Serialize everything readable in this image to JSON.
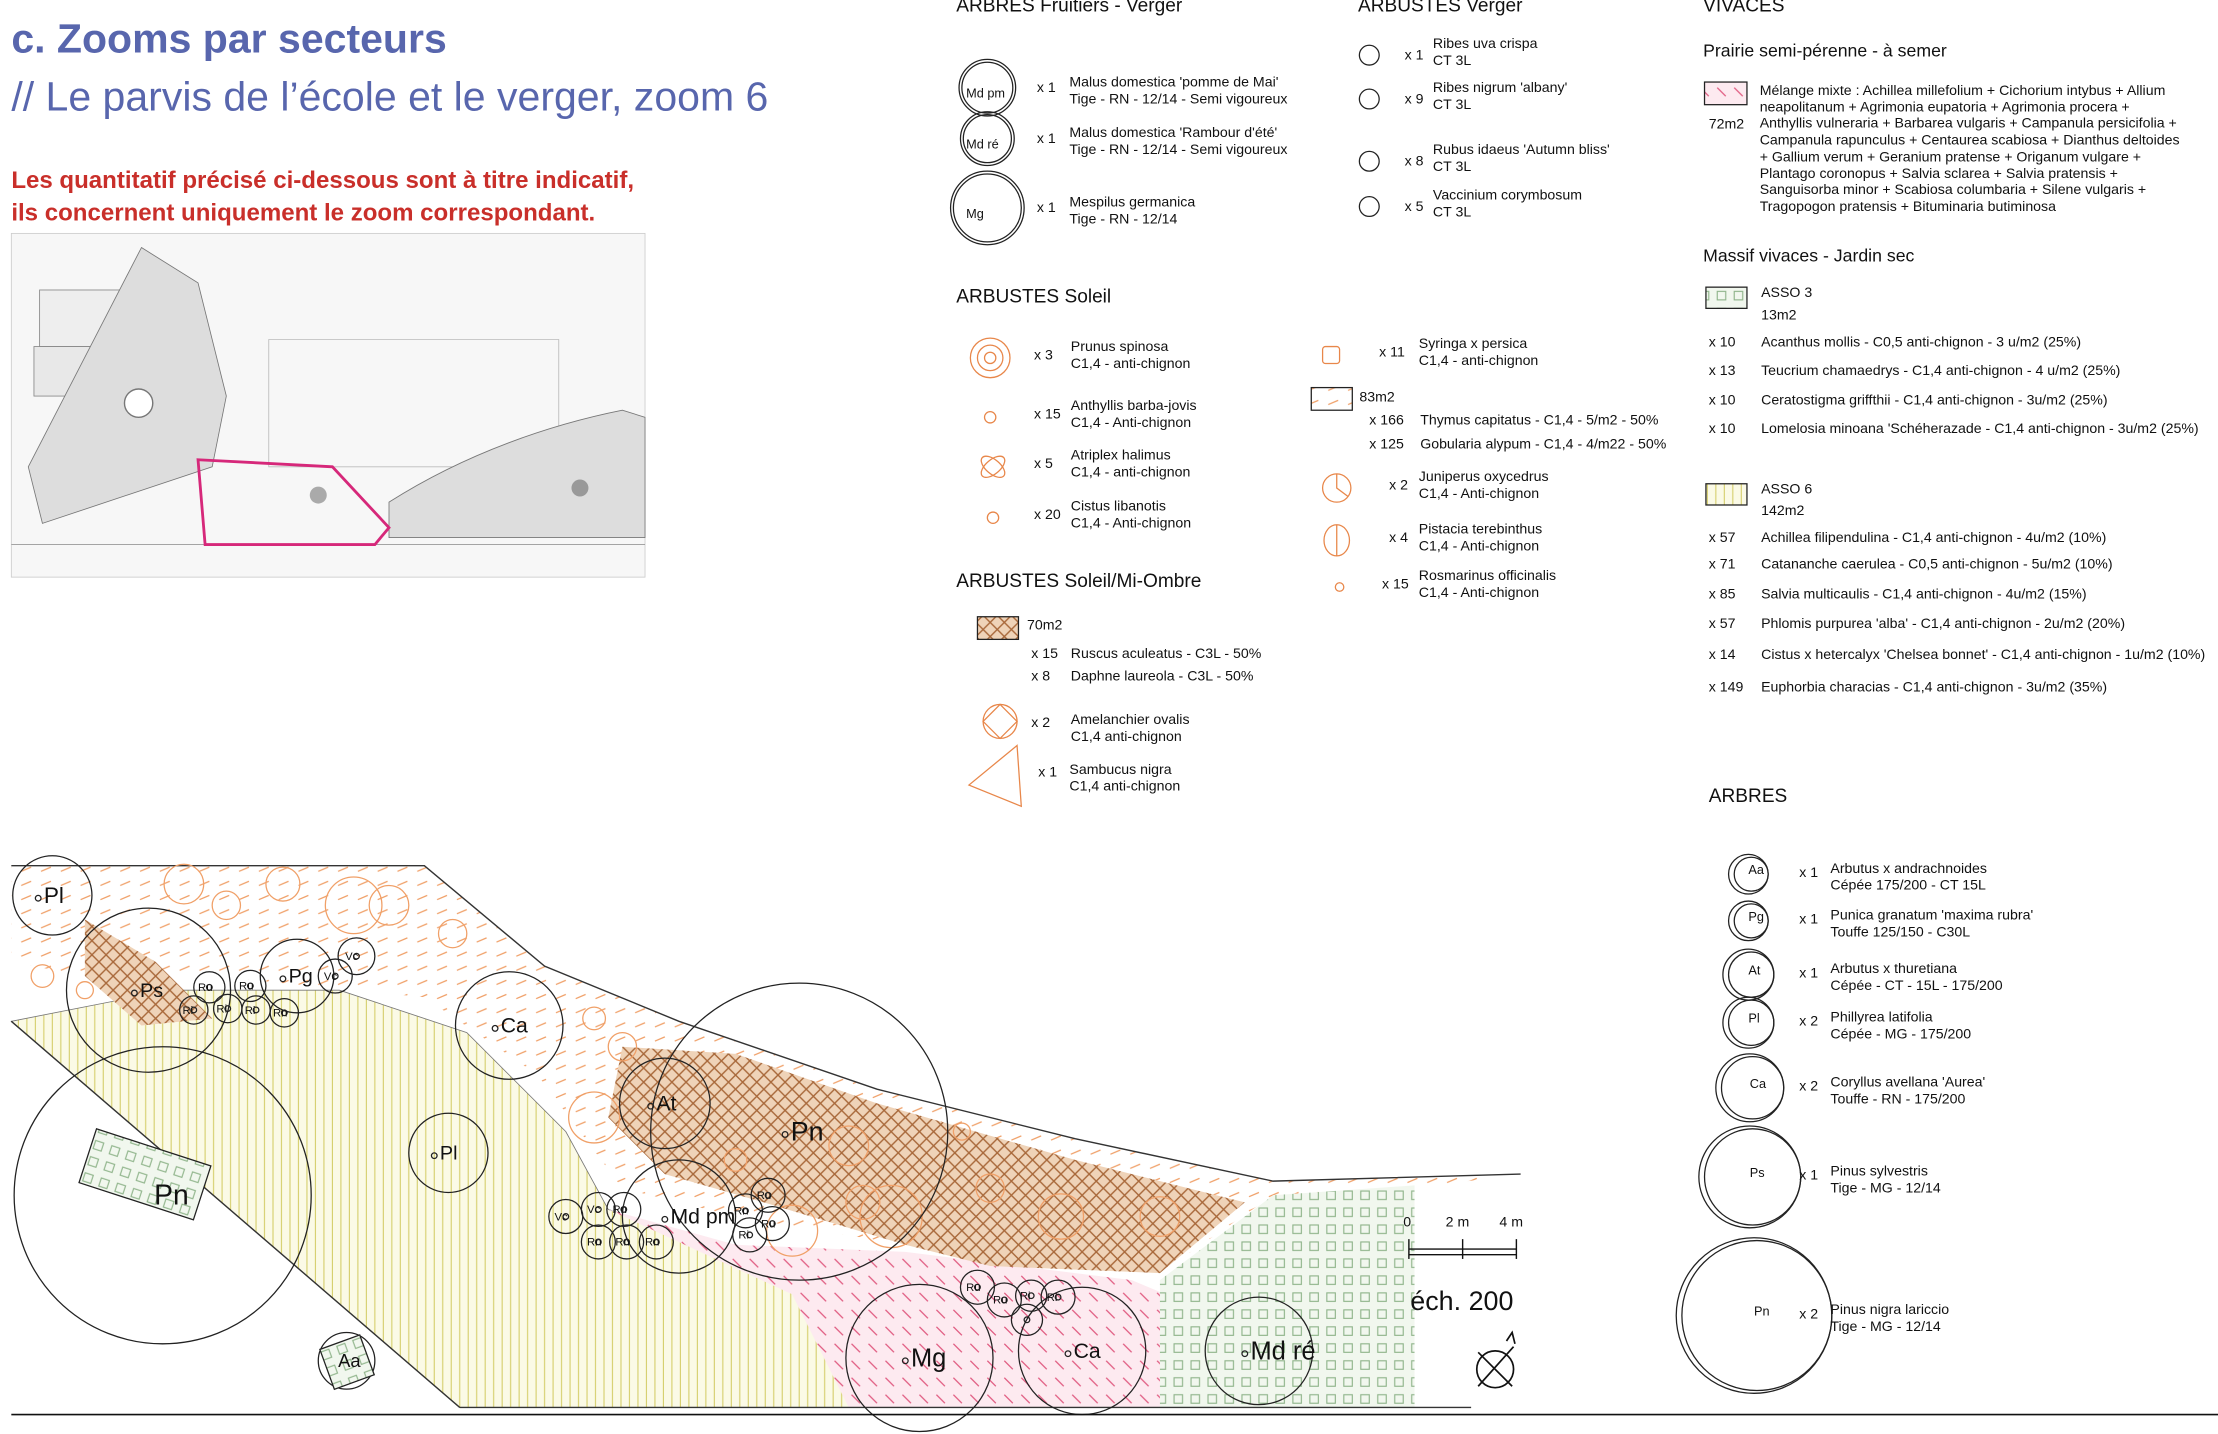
{
  "header": {
    "title": "c. Zooms par secteurs",
    "subtitle": "// Le parvis de l’école et le verger, zoom 6",
    "note_line1": "Les quantitatif précisé ci-dessous sont à titre indicatif,",
    "note_line2": "ils concernent uniquement le zoom correspondant."
  },
  "fruit_trees": {
    "heading": "ARBRES  Fruitiers - Verger",
    "items": [
      {
        "code": "Md pm",
        "qty": "x 1",
        "name": "Malus domestica 'pomme de Mai'",
        "spec": "Tige - RN - 12/14 - Semi vigoureux"
      },
      {
        "code": "Md ré",
        "qty": "x 1",
        "name": "Malus domestica 'Rambour d'été'",
        "spec": "Tige - RN - 12/14 - Semi vigoureux"
      },
      {
        "code": "Mg",
        "qty": "x 1",
        "name": "Mespilus germanica",
        "spec": "Tige - RN - 12/14"
      }
    ]
  },
  "verger_shrubs": {
    "heading": "ARBUSTES Verger",
    "items": [
      {
        "code": "Ru",
        "qty": "x 1",
        "name": "Ribes uva crispa",
        "spec": "CT 3L"
      },
      {
        "code": "Rn",
        "qty": "x 9",
        "name": "Ribes nigrum 'albany'",
        "spec": "CT 3L"
      },
      {
        "code": "Ri",
        "qty": "x 8",
        "name": "Rubus idaeus 'Autumn bliss'",
        "spec": "CT 3L"
      },
      {
        "code": "Vc",
        "qty": "x 5",
        "name": "Vaccinium corymbosum",
        "spec": "CT 3L"
      }
    ]
  },
  "sun_shrubs": {
    "heading": "ARBUSTES Soleil",
    "items": [
      {
        "qty": "x 3",
        "name": "Prunus spinosa",
        "spec": "C1,4 - anti-chignon"
      },
      {
        "qty": "x 15",
        "name": "Anthyllis barba-jovis",
        "spec": "C1,4 - Anti-chignon"
      },
      {
        "qty": "x 5",
        "name": "Atriplex halimus",
        "spec": "C1,4 - anti-chignon"
      },
      {
        "qty": "x 20",
        "name": "Cistus libanotis",
        "spec": "C1,4 - Anti-chignon"
      },
      {
        "qty": "x 11",
        "name": "Syringa x persica",
        "spec": "C1,4 - anti-chignon"
      },
      {
        "qty": "x 2",
        "name": "Juniperus oxycedrus",
        "spec": "C1,4 - Anti-chignon"
      },
      {
        "qty": "x 4",
        "name": "Pistacia terebinthus",
        "spec": "C1,4 - Anti-chignon"
      },
      {
        "qty": "x 15",
        "name": "Rosmarinus officinalis",
        "spec": "C1,4 - Anti-chignon"
      }
    ],
    "mass": {
      "area": "83m2",
      "rows": [
        {
          "qty": "x 166",
          "text": "Thymus capitatus - C1,4 - 5/m2 - 50%"
        },
        {
          "qty": "x 125",
          "text": "Gobularia alypum - C1,4 - 4/m22 - 50%"
        }
      ]
    }
  },
  "shade_shrubs": {
    "heading": "ARBUSTES Soleil/Mi-Ombre",
    "mass": {
      "area": "70m2",
      "rows": [
        {
          "qty": "x 15",
          "text": "Ruscus aculeatus - C3L - 50%"
        },
        {
          "qty": "x 8",
          "text": "Daphne laureola - C3L - 50%"
        }
      ]
    },
    "items": [
      {
        "qty": "x 2",
        "name": "Amelanchier ovalis",
        "spec": "C1,4 anti-chignon"
      },
      {
        "qty": "x 1",
        "name": "Sambucus nigra",
        "spec": "C1,4 anti-chignon"
      }
    ]
  },
  "perennials": {
    "heading": "VIVACES",
    "prairie": {
      "heading": "Prairie semi-pérenne - à semer",
      "area": "72m2",
      "text": "Mélange mixte : Achillea millefolium + Cichorium intybus + Allium neapolitanum + Agrimonia eupatoria + Agrimonia procera + Anthyllis vulneraria + Barbarea vulgaris + Campanula persicifolia + Campanula rapunculus + Centaurea scabiosa + Dianthus deltoides + Gallium verum + Geranium pratense + Origanum vulgare + Plantago coronopus + Salvia sclarea + Salvia pratensis + Sanguisorba minor + Scabiosa columbaria + Silene vulgaris + Tragopogon pratensis + Bituminaria butiminosa"
    },
    "massif": {
      "heading": "Massif vivaces - Jardin sec",
      "asso3": {
        "label": "ASSO 3",
        "area": "13m2",
        "rows": [
          {
            "qty": "x 10",
            "text": "Acanthus mollis - C0,5 anti-chignon - 3 u/m2 (25%)"
          },
          {
            "qty": "x 13",
            "text": "Teucrium chamaedrys - C1,4 anti-chignon - 4 u/m2 (25%)"
          },
          {
            "qty": "x 10",
            "text": "Ceratostigma griffthii - C1,4 anti-chignon -  3u/m2 (25%)"
          },
          {
            "qty": "x 10",
            "text": "Lomelosia minoana 'Schéherazade - C1,4 anti-chignon -  3u/m2 (25%)"
          }
        ]
      },
      "asso6": {
        "label": "ASSO 6",
        "area": "142m2",
        "rows": [
          {
            "qty": "x 57",
            "text": "Achillea filipendulina - C1,4 anti-chignon - 4u/m2 (10%)"
          },
          {
            "qty": "x 71",
            "text": "Catananche caerulea - C0,5 anti-chignon -  5u/m2 (10%)"
          },
          {
            "qty": "x 85",
            "text": "Salvia multicaulis - C1,4 anti-chignon - 4u/m2 (15%)"
          },
          {
            "qty": "x 57",
            "text": "Phlomis purpurea 'alba' - C1,4 anti-chignon -  2u/m2 (20%)"
          },
          {
            "qty": "x 14",
            "text": "Cistus x hetercalyx 'Chelsea bonnet' - C1,4 anti-chignon - 1u/m2 (10%)"
          },
          {
            "qty": "x 149",
            "text": "Euphorbia characias - C1,4 anti-chignon -  3u/m2 (35%)"
          }
        ]
      }
    }
  },
  "trees": {
    "heading": "ARBRES",
    "items": [
      {
        "code": "Aa",
        "qty": "x 1",
        "name": "Arbutus x andrachnoides",
        "spec": "Cépée 175/200 - CT 15L"
      },
      {
        "code": "Pg",
        "qty": "x 1",
        "name": "Punica granatum 'maxima rubra'",
        "spec": "Touffe 125/150 - C30L"
      },
      {
        "code": "At",
        "qty": "x 1",
        "name": "Arbutus x thuretiana",
        "spec": "Cépée - CT - 15L - 175/200"
      },
      {
        "code": "Pl",
        "qty": "x 2",
        "name": "Phillyrea latifolia",
        "spec": "Cépée - MG - 175/200"
      },
      {
        "code": "Ca",
        "qty": "x 2",
        "name": "Coryllus avellana 'Aurea'",
        "spec": "Touffe - RN - 175/200"
      },
      {
        "code": "Ps",
        "qty": "x 1",
        "name": "Pinus sylvestris",
        "spec": "Tige - MG - 12/14"
      },
      {
        "code": "Pn",
        "qty": "x 2",
        "name": "Pinus nigra lariccio",
        "spec": "Tige - MG - 12/14"
      }
    ]
  },
  "scale": {
    "ticks": [
      "0",
      "2 m",
      "4 m"
    ],
    "label": "éch. 200"
  },
  "plan": {
    "labels": [
      "Pl",
      "Ps",
      "Pn",
      "Pg",
      "Ca",
      "Pl",
      "At",
      "Pn",
      "Md pm",
      "Mg",
      "Ca",
      "Md ré",
      "Aa",
      "Ru",
      "Ru",
      "Ri",
      "Ri",
      "Ri",
      "Rn",
      "Vc",
      "Vc",
      "Vc",
      "Vc",
      "Rn",
      "Rn",
      "Rn",
      "Rn",
      "Rn",
      "Ru",
      "Ru",
      "Ri",
      "Ru",
      "Ru",
      "Ri",
      "Ri"
    ]
  },
  "colors": {
    "title": "#5866ad",
    "note": "#c92f2a",
    "shrub": "#e8874a",
    "prairie": "#e05a80",
    "asso6": "#d6cf6e",
    "asso3": "#8fb48a",
    "mass": "#a8683a",
    "highlight": "#d6287a"
  }
}
